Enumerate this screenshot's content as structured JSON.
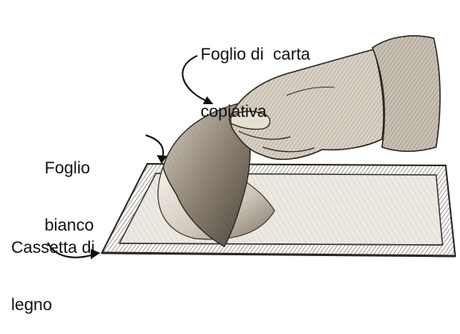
{
  "labels": {
    "carbon_paper": [
      "Foglio di  carta",
      "copiativa"
    ],
    "white_sheet": [
      "Foglio",
      "bianco"
    ],
    "wooden_box": [
      "Cassetta di",
      "legno"
    ]
  },
  "colors": {
    "ink": "#111111",
    "sketch": "#3a342c",
    "shade": "#6b6255",
    "tray_inner": "#e9e6df"
  }
}
